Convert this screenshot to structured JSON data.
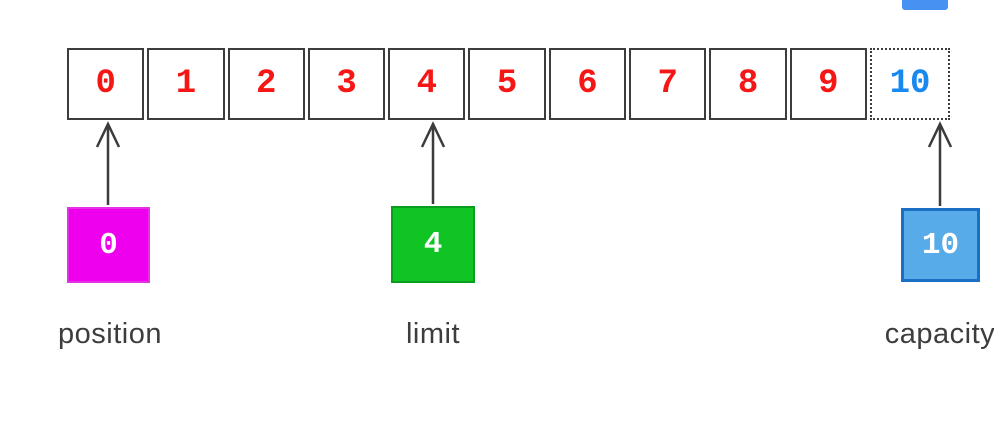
{
  "array": {
    "cells": [
      {
        "value": "0",
        "color": "#f51616",
        "border": "solid"
      },
      {
        "value": "1",
        "color": "#f51616",
        "border": "solid"
      },
      {
        "value": "2",
        "color": "#f51616",
        "border": "solid"
      },
      {
        "value": "3",
        "color": "#f51616",
        "border": "solid"
      },
      {
        "value": "4",
        "color": "#f51616",
        "border": "solid"
      },
      {
        "value": "5",
        "color": "#f51616",
        "border": "solid"
      },
      {
        "value": "6",
        "color": "#f51616",
        "border": "solid"
      },
      {
        "value": "7",
        "color": "#f51616",
        "border": "solid"
      },
      {
        "value": "8",
        "color": "#f51616",
        "border": "solid"
      },
      {
        "value": "9",
        "color": "#f51616",
        "border": "solid"
      },
      {
        "value": "10",
        "color": "#1789f0",
        "border": "dotted"
      }
    ]
  },
  "markers": [
    {
      "id": "position",
      "value": "0",
      "label": "position",
      "box_color": "#ee00ee",
      "border_color": "#e331e3"
    },
    {
      "id": "limit",
      "value": "4",
      "label": "limit",
      "box_color": "#0fc423",
      "border_color": "#0b9e1e"
    },
    {
      "id": "capacity",
      "value": "10",
      "label": "capacity",
      "box_color": "#58abe9",
      "border_color": "#1b6fc4"
    }
  ],
  "decor": {
    "clipped_rect_color": "#4691f2"
  },
  "colors": {
    "cell_border": "#3c3c3c",
    "arrow": "#3c3c3c",
    "label_text": "#3d3d3d",
    "background": "#ffffff"
  }
}
